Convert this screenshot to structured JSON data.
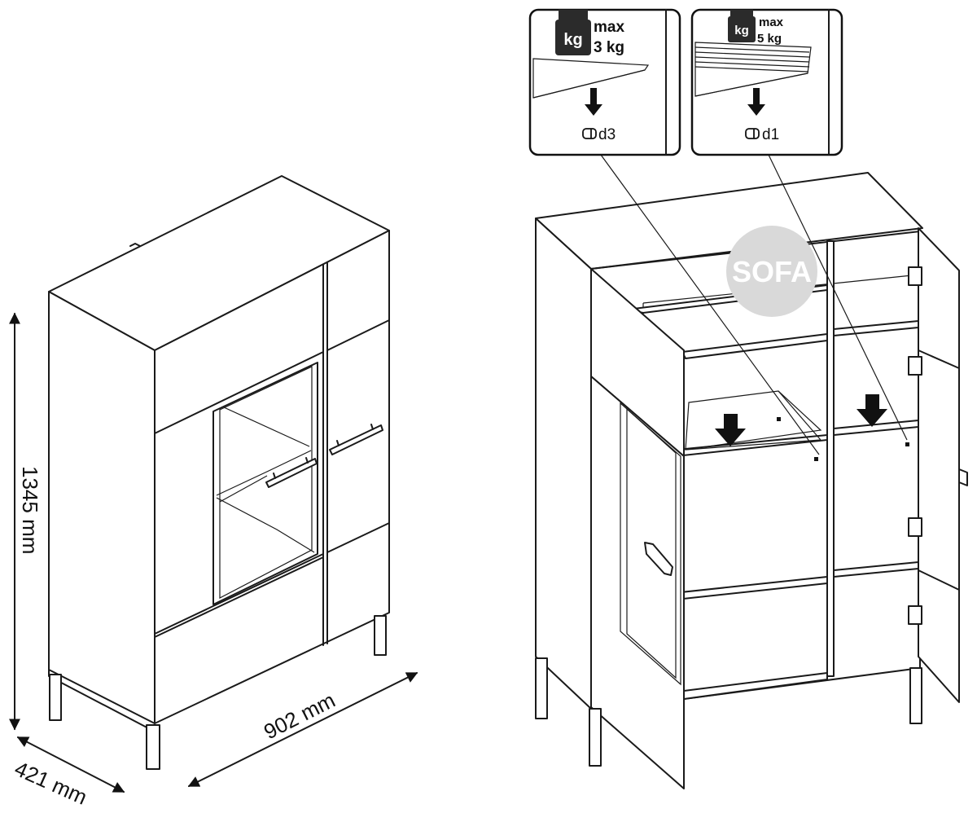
{
  "dimensions": {
    "height_label": "1345 mm",
    "width_label": "902 mm",
    "depth_label": "421 mm"
  },
  "load_panels": [
    {
      "weight_badge": "kg",
      "max_line1": "max",
      "max_line2": "3 kg",
      "pin_label": "d3",
      "shelf_kind": "glass-shelf"
    },
    {
      "weight_badge": "kg",
      "max_line1": "max",
      "max_line2": "5 kg",
      "pin_label": "d1",
      "shelf_kind": "wooden-shelf"
    }
  ],
  "watermark": {
    "text": "SOFA",
    "color": "#d9d9d9"
  },
  "colors": {
    "line": "#1a1a1a",
    "weight_block": "#2b2b2b",
    "background": "#ffffff"
  }
}
